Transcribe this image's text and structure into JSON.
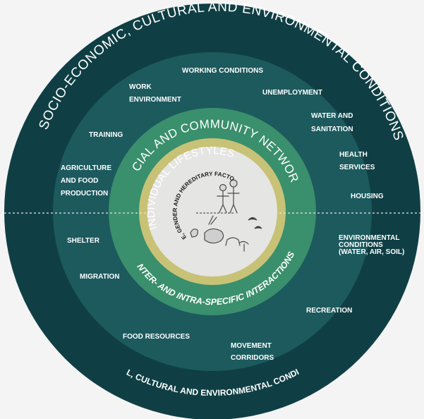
{
  "colors": {
    "background": "#f4f4f4",
    "outer_ring": "#0f3f44",
    "middle_ring": "#1c5a5e",
    "green_ring": "#3a8f6c",
    "khaki_ring": "#c8c277",
    "inner_circle": "#e5e5e3",
    "text": "#ffffff"
  },
  "rings": {
    "outer_top": "SOCIO-ECONOMIC, CULTURAL AND ENVIRONMENTAL CONDITIONS",
    "outer_bottom": "SOCIAL, CULTURAL AND ENVIRONMENTAL CONDITIONS",
    "green_top": "SOCIAL AND COMMUNITY NETWORKS",
    "green_bottom": "INTER- AND INTRA-SPECIFIC INTERACTIONS",
    "khaki": "INDIVIDUAL LIFESTYLES",
    "core": "AGE, GENDER AND HEREDITARY FACTORS"
  },
  "labels": [
    {
      "id": "working-conditions",
      "lines": [
        "WORKING CONDITIONS"
      ]
    },
    {
      "id": "work-environment",
      "lines": [
        "WORK",
        "ENVIRONMENT"
      ]
    },
    {
      "id": "unemployment",
      "lines": [
        "UNEMPLOYMENT"
      ]
    },
    {
      "id": "water-sanitation",
      "lines": [
        "WATER AND",
        "SANITATION"
      ]
    },
    {
      "id": "training",
      "lines": [
        "TRAINING"
      ]
    },
    {
      "id": "health-services",
      "lines": [
        "HEALTH",
        "SERVICES"
      ]
    },
    {
      "id": "agriculture",
      "lines": [
        "AGRICULTURE",
        "AND FOOD",
        "PRODUCTION"
      ]
    },
    {
      "id": "housing",
      "lines": [
        "HOUSING"
      ]
    },
    {
      "id": "shelter",
      "lines": [
        "SHELTER"
      ]
    },
    {
      "id": "environmental-conditions",
      "lines": [
        "ENVIRONMENTAL",
        "CONDITIONS",
        "(WATER, AIR, SOIL)"
      ]
    },
    {
      "id": "migration",
      "lines": [
        "MIGRATION"
      ]
    },
    {
      "id": "recreation",
      "lines": [
        "RECREATION"
      ]
    },
    {
      "id": "food-resources",
      "lines": [
        "FOOD RESOURCES"
      ]
    },
    {
      "id": "movement-corridors",
      "lines": [
        "MOVEMENT",
        "CORRIDORS"
      ]
    }
  ]
}
